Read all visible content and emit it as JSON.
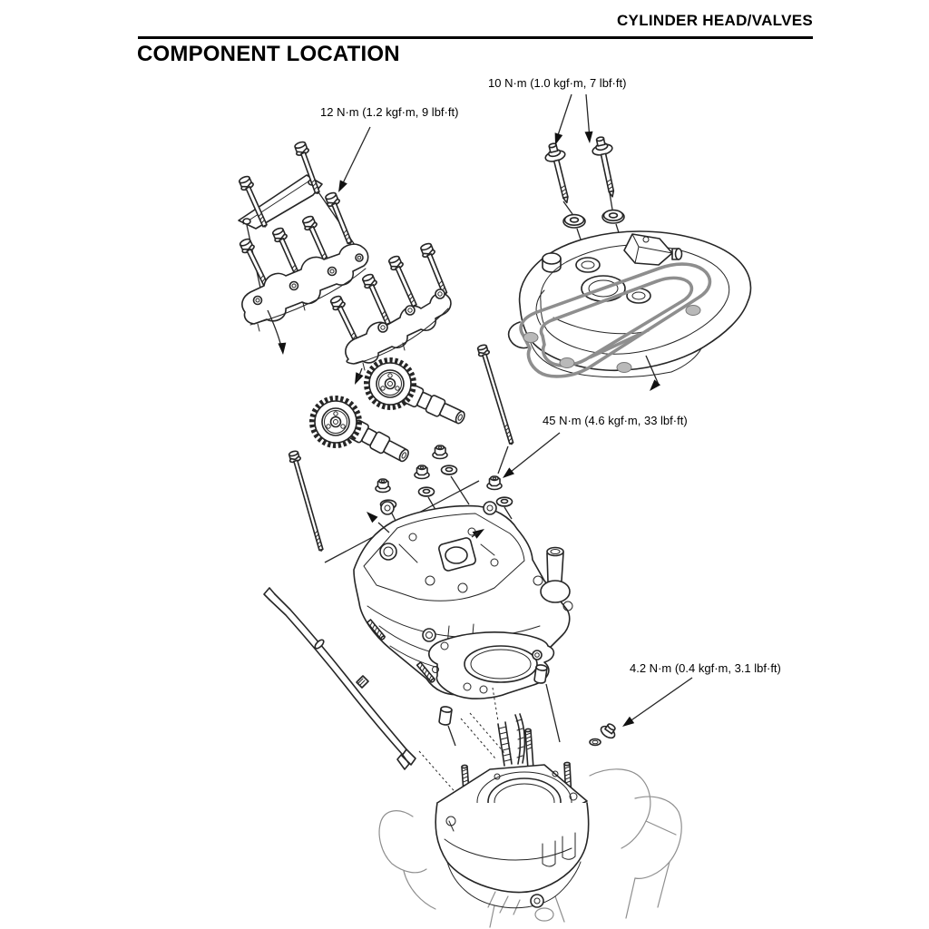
{
  "page": {
    "header": "CYLINDER HEAD/VALVES",
    "section_title": "COMPONENT LOCATION"
  },
  "torque_callouts": [
    {
      "label": "10 N·m (1.0 kgf·m, 7 lbf·ft)"
    },
    {
      "label": "12 N·m (1.2 kgf·m, 9 lbf·ft)"
    },
    {
      "label": "45 N·m (4.6 kgf·m, 33 lbf·ft)"
    },
    {
      "label": "4.2 N·m (0.4 kgf·m, 3.1 lbf·ft)"
    }
  ],
  "colors": {
    "ink": "#262626",
    "light_ink": "#8f8f8f",
    "gasket_gray": "#8e8e8e",
    "paper": "#ffffff"
  }
}
